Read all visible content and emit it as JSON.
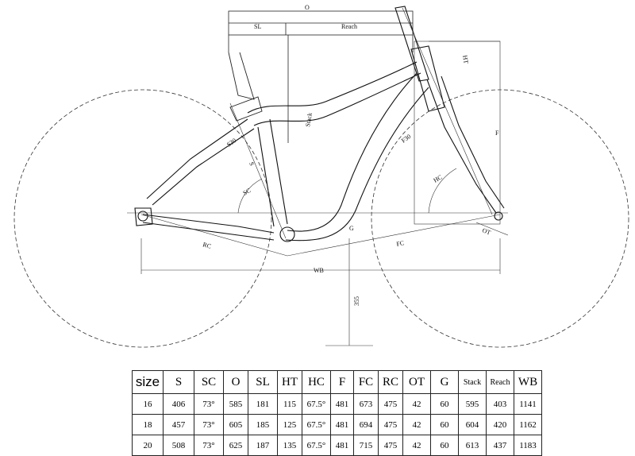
{
  "dimension_labels": {
    "o": "O",
    "sl": "SL",
    "reach": "Reach",
    "ht": "HT",
    "stack": "Stack",
    "f": "F",
    "fc_top": "F30",
    "hc": "HC",
    "sc": "SC",
    "s": "S",
    "s30": "S30",
    "rc": "RC",
    "fc": "FC",
    "ot": "OT",
    "g": "G",
    "wb": "WB",
    "drop": "355"
  },
  "table": {
    "headers": [
      "size",
      "S",
      "SC",
      "O",
      "SL",
      "HT",
      "HC",
      "F",
      "FC",
      "RC",
      "OT",
      "G",
      "Stack",
      "Reach",
      "WB"
    ],
    "rows": [
      [
        "16",
        "406",
        "73°",
        "585",
        "181",
        "115",
        "67.5°",
        "481",
        "673",
        "475",
        "42",
        "60",
        "595",
        "403",
        "1141"
      ],
      [
        "18",
        "457",
        "73°",
        "605",
        "185",
        "125",
        "67.5°",
        "481",
        "694",
        "475",
        "42",
        "60",
        "604",
        "420",
        "1162"
      ],
      [
        "20",
        "508",
        "73°",
        "625",
        "187",
        "135",
        "67.5°",
        "481",
        "715",
        "475",
        "42",
        "60",
        "613",
        "437",
        "1183"
      ]
    ]
  }
}
